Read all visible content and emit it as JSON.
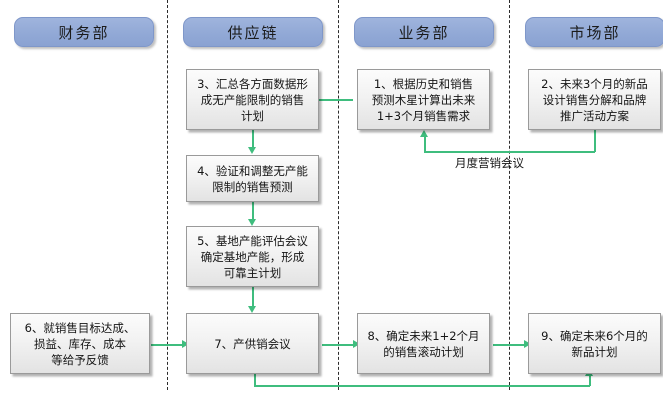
{
  "diagram": {
    "title": "",
    "type": "swimlane-flowchart",
    "accent_color": "#3fbd7e",
    "lane_header_color": "#92a9d6",
    "node_fill_color": "#f2f2f2",
    "background_color": "#ffffff",
    "divider_style": "dashed"
  },
  "lanes": [
    {
      "id": "finance",
      "label": "财务部"
    },
    {
      "id": "supply_chain",
      "label": "供应链"
    },
    {
      "id": "business",
      "label": "业务部"
    },
    {
      "id": "marketing",
      "label": "市场部"
    }
  ],
  "nodes": [
    {
      "id": "n1",
      "lane": "business",
      "number": "1",
      "lines": [
        "1、根据历史和销售",
        "预测木星计算出未来",
        "1+3个月销售需求"
      ]
    },
    {
      "id": "n2",
      "lane": "marketing",
      "number": "2",
      "lines": [
        "2、未来3个月的新品",
        "设计销售分解和品牌",
        "推广活动方案"
      ]
    },
    {
      "id": "n3",
      "lane": "supply_chain",
      "number": "3",
      "lines": [
        "3、汇总各方面数据形",
        "成无产能限制的销售",
        "计划"
      ]
    },
    {
      "id": "n4",
      "lane": "supply_chain",
      "number": "4",
      "lines": [
        "4、验证和调整无产能",
        "限制的销售预测"
      ]
    },
    {
      "id": "n5",
      "lane": "supply_chain",
      "number": "5",
      "lines": [
        "5、基地产能评估会议",
        "确定基地产能，形成",
        "可靠主计划"
      ]
    },
    {
      "id": "n6",
      "lane": "finance",
      "number": "6",
      "lines": [
        "6、就销售目标达成、",
        "损益、库存、成本",
        "等给予反馈"
      ]
    },
    {
      "id": "n7",
      "lane": "supply_chain",
      "number": "7",
      "lines": [
        "7、产供销会议"
      ]
    },
    {
      "id": "n8",
      "lane": "business",
      "number": "8",
      "lines": [
        "8、确定未来1+2个月",
        "的销售滚动计划"
      ]
    },
    {
      "id": "n9",
      "lane": "marketing",
      "number": "9",
      "lines": [
        "9、确定未来6个月的",
        "新品计划"
      ]
    }
  ],
  "edges": [
    {
      "id": "e1",
      "from": "n1",
      "to": "n3",
      "label": "",
      "direction": "left"
    },
    {
      "id": "e2",
      "from": "n2",
      "to": "n1",
      "label": "月度营销会议",
      "direction": "up"
    },
    {
      "id": "e3",
      "from": "n3",
      "to": "n4",
      "label": "",
      "direction": "down"
    },
    {
      "id": "e4",
      "from": "n4",
      "to": "n5",
      "label": "",
      "direction": "down"
    },
    {
      "id": "e5",
      "from": "n5",
      "to": "n7",
      "label": "",
      "direction": "down"
    },
    {
      "id": "e6",
      "from": "n6",
      "to": "n7",
      "label": "",
      "direction": "right"
    },
    {
      "id": "e7",
      "from": "n7",
      "to": "n8",
      "label": "",
      "direction": "right"
    },
    {
      "id": "e8",
      "from": "n8",
      "to": "n9",
      "label": "",
      "direction": "right"
    },
    {
      "id": "e9",
      "from": "n7",
      "to": "n9",
      "label": "",
      "direction": "up"
    }
  ],
  "edge_labels": {
    "monthly_marketing_meeting": "月度营销会议"
  }
}
